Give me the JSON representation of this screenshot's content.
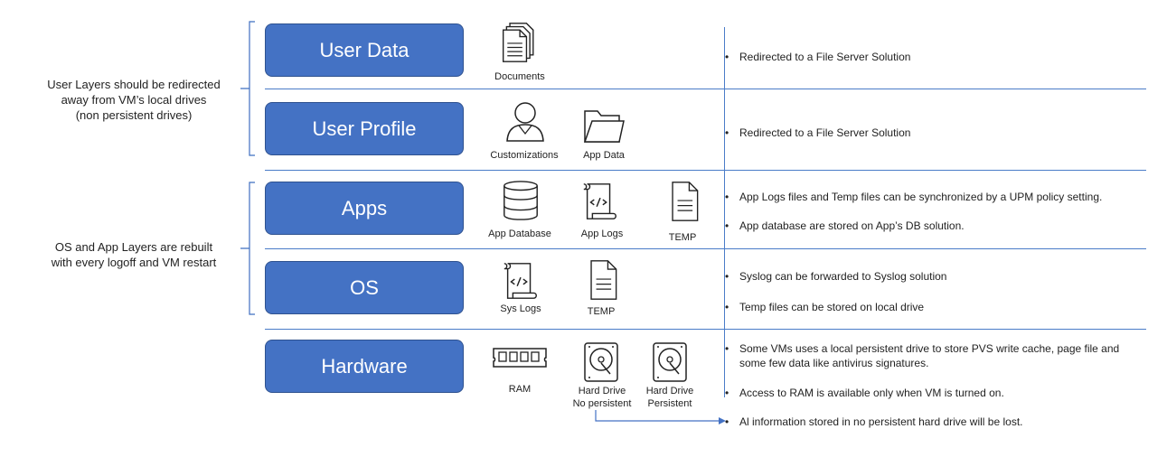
{
  "groups": [
    {
      "label_lines": [
        "User Layers should be redirected",
        "away from VM’s local drives",
        "(non persistent drives)"
      ]
    },
    {
      "label_lines": [
        "OS and App Layers are rebuilt",
        "with every logoff and VM restart"
      ]
    }
  ],
  "layers": [
    {
      "name": "User Data",
      "items": [
        {
          "icon": "documents-icon",
          "label": "Documents"
        }
      ],
      "descriptions": [
        "Redirected to a File Server Solution"
      ]
    },
    {
      "name": "User Profile",
      "items": [
        {
          "icon": "person-icon",
          "label": "Customizations"
        },
        {
          "icon": "folder-icon",
          "label": "App Data"
        }
      ],
      "descriptions": [
        "Redirected to a File Server Solution"
      ]
    },
    {
      "name": "Apps",
      "items": [
        {
          "icon": "database-icon",
          "label": "App Database"
        },
        {
          "icon": "code-scroll-icon",
          "label": "App Logs"
        },
        {
          "icon": "text-file-icon",
          "label": "TEMP"
        }
      ],
      "descriptions": [
        "App Logs files and Temp files can be synchronized by a UPM policy setting.",
        "App database are stored on App’s DB solution."
      ]
    },
    {
      "name": "OS",
      "items": [
        {
          "icon": "code-scroll-icon",
          "label": "Sys Logs"
        },
        {
          "icon": "text-file-icon",
          "label": "TEMP"
        }
      ],
      "descriptions": [
        "Syslog can be forwarded to Syslog solution",
        "Temp files can be stored on local drive"
      ]
    },
    {
      "name": "Hardware",
      "items": [
        {
          "icon": "ram-icon",
          "label": "RAM"
        },
        {
          "icon": "hard-drive-icon",
          "label_lines": [
            "Hard Drive",
            "No persistent"
          ]
        },
        {
          "icon": "hard-drive-icon",
          "label_lines": [
            "Hard Drive",
            "Persistent"
          ]
        }
      ],
      "descriptions": [
        "Some VMs uses a local persistent drive to store PVS write cache, page file and some few data like antivirus signatures.",
        "Access to RAM is available only when VM is turned on.",
        "Al information stored in no persistent hard drive will be lost."
      ]
    }
  ],
  "bullet_char": "•",
  "colors": {
    "layer_box": "#4472c4",
    "lines": "#4a7cc8"
  }
}
